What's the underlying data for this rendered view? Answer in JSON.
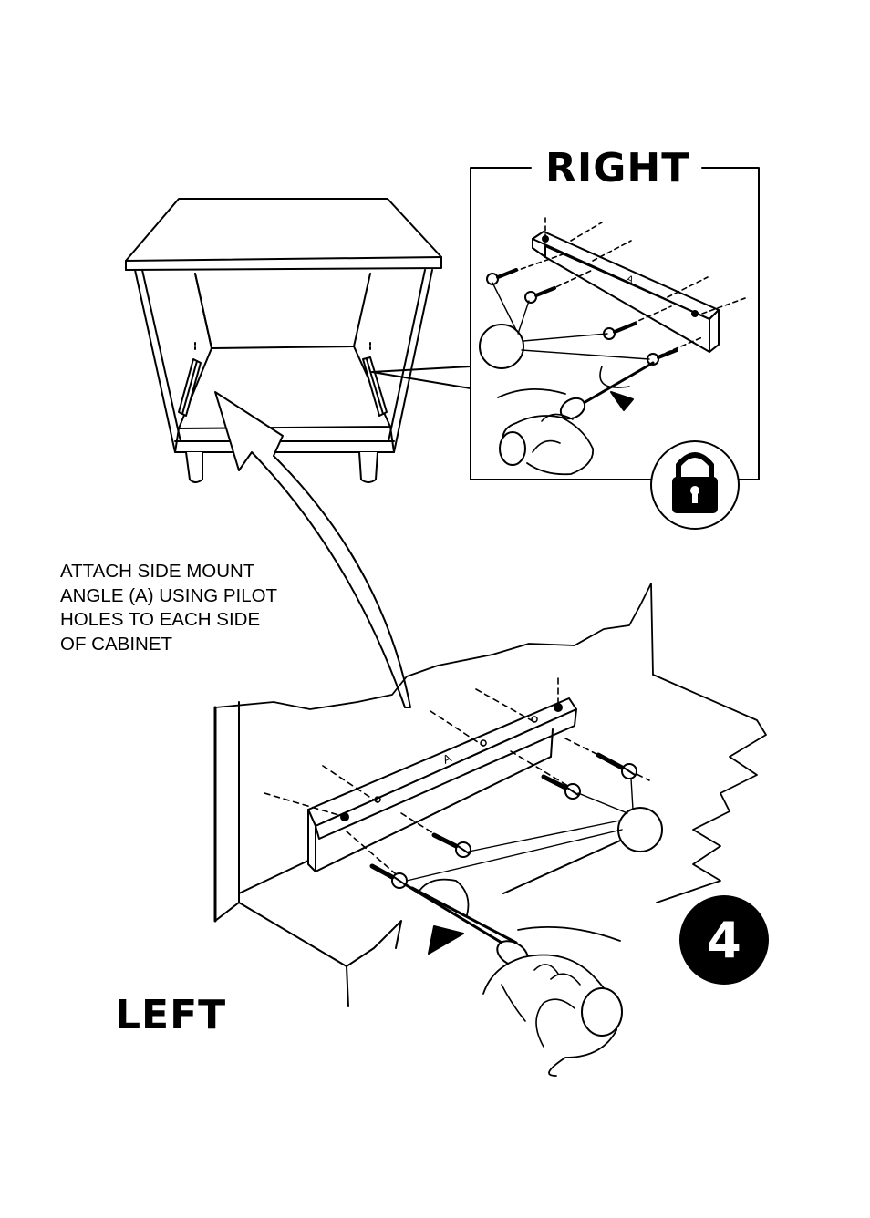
{
  "labels": {
    "right": "RIGHT",
    "left": "LEFT"
  },
  "instruction": "ATTACH SIDE MOUNT\nANGLE (A) USING PILOT\nHOLES TO EACH SIDE\nOF CABINET",
  "step_number": "4",
  "part_letter": "A",
  "icons": {
    "lock": "lock-icon",
    "screwdriver": "screwdriver-icon",
    "screw": "screw-icon",
    "arrow": "curved-arrow-icon"
  },
  "colors": {
    "ink": "#000000",
    "paper": "#ffffff"
  }
}
